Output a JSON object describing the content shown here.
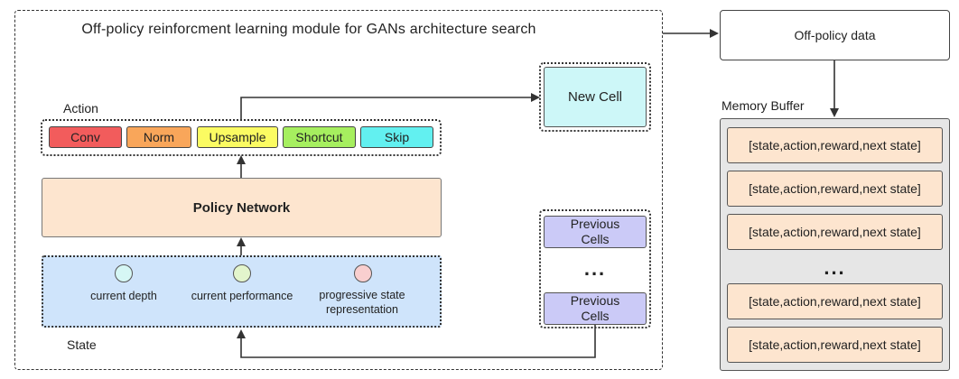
{
  "module": {
    "title": "Off-policy reinforcment learning module for GANs architecture search",
    "action_label": "Action",
    "state_label": "State",
    "actions": [
      {
        "label": "Conv",
        "color": "#f25c5c"
      },
      {
        "label": "Norm",
        "color": "#f9a65a"
      },
      {
        "label": "Upsample",
        "color": "#fbfb62"
      },
      {
        "label": "Shortcut",
        "color": "#a6ef5f"
      },
      {
        "label": "Skip",
        "color": "#62f0f0"
      }
    ],
    "policy_network": "Policy Network",
    "state_features": [
      {
        "label": "current depth",
        "color": "#d6f7f5"
      },
      {
        "label": "current performance",
        "color": "#e3f5cc"
      },
      {
        "label": "progressive state representation",
        "color": "#f9cfcf"
      }
    ],
    "new_cell": "New Cell",
    "previous_cells": [
      "Previous Cells",
      "Previous Cells"
    ],
    "ellipsis": "..."
  },
  "off_policy_data": "Off-policy data",
  "memory_buffer": {
    "title": "Memory Buffer",
    "entries": [
      "[state,action,reward,next state]",
      "[state,action,reward,next state]",
      "[state,action,reward,next state]",
      "[state,action,reward,next state]",
      "[state,action,reward,next state]"
    ],
    "ellipsis": "..."
  }
}
